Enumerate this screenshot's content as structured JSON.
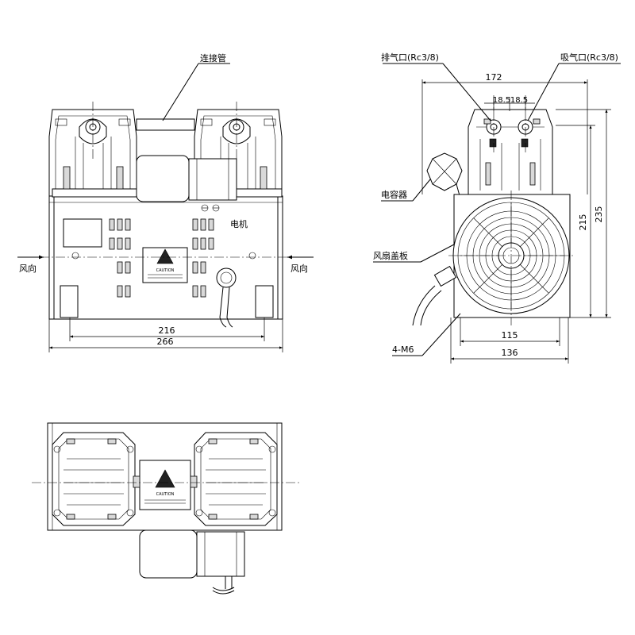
{
  "labels": {
    "connecting_pipe": "连接管",
    "motor": "电机",
    "wind_left": "风向",
    "wind_right": "风向",
    "exhaust_port": "排气口(Rc3/8)",
    "intake_port": "吸气口(Rc3/8)",
    "capacitor": "电容器",
    "fan_cover": "风扇盖板",
    "mount_holes": "4-M6",
    "warning_text": "CAUTION"
  },
  "dimensions": {
    "front_inner_width": "216",
    "front_overall_width": "266",
    "side_top_width": "172",
    "port_spacing_left": "18.5",
    "port_spacing_right": "18.5",
    "side_height_inner": "215",
    "side_height_overall": "235",
    "side_base_inner": "115",
    "side_base_overall": "136"
  }
}
